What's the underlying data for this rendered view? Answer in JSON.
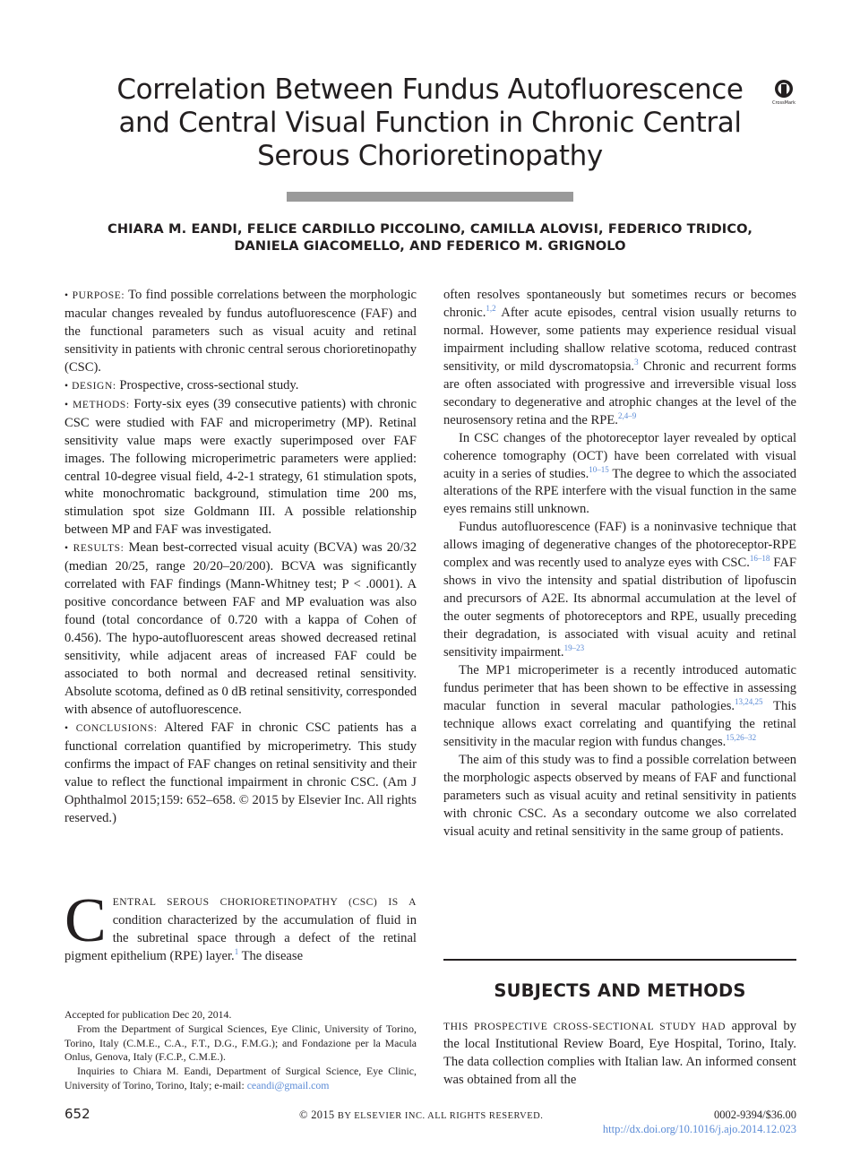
{
  "title": "Correlation Between Fundus Autofluorescence and Central Visual Function in Chronic Central Serous Chorioretinopathy",
  "crossmark_label": "CrossMark",
  "authors_line1": "CHIARA M. EANDI, FELICE CARDILLO PICCOLINO, CAMILLA ALOVISI, FEDERICO TRIDICO,",
  "authors_line2": "DANIELA GIACOMELLO, AND FEDERICO M. GRIGNOLO",
  "abstract": {
    "purpose_label": "• PURPOSE:",
    "purpose_text": "To find possible correlations between the morphologic macular changes revealed by fundus autofluorescence (FAF) and the functional parameters such as visual acuity and retinal sensitivity in patients with chronic central serous chorioretinopathy (CSC).",
    "design_label": "• DESIGN:",
    "design_text": "Prospective, cross-sectional study.",
    "methods_label": "• METHODS:",
    "methods_text": "Forty-six eyes (39 consecutive patients) with chronic CSC were studied with FAF and microperimetry (MP). Retinal sensitivity value maps were exactly superimposed over FAF images. The following microperimetric parameters were applied: central 10-degree visual field, 4-2-1 strategy, 61 stimulation spots, white monochromatic background, stimulation time 200 ms, stimulation spot size Goldmann III. A possible relationship between MP and FAF was investigated.",
    "results_label": "• RESULTS:",
    "results_text": "Mean best-corrected visual acuity (BCVA) was 20/32 (median 20/25, range 20/20–20/200). BCVA was significantly correlated with FAF findings (Mann-Whitney test; P < .0001). A positive concordance between FAF and MP evaluation was also found (total concordance of 0.720 with a kappa of Cohen of 0.456). The hypo-autofluorescent areas showed decreased retinal sensitivity, while adjacent areas of increased FAF could be associated to both normal and decreased retinal sensitivity. Absolute scotoma, defined as 0 dB retinal sensitivity, corresponded with absence of autofluorescence.",
    "conclusions_label": "• CONCLUSIONS:",
    "conclusions_text": "Altered FAF in chronic CSC patients has a functional correlation quantified by microperimetry. This study confirms the impact of FAF changes on retinal sensitivity and their value to reflect the functional impairment in chronic CSC.",
    "citation": "(Am J Ophthalmol 2015;159: 652–658. © 2015 by Elsevier Inc. All rights reserved.)"
  },
  "intro": {
    "dropcap": "C",
    "smallcaps": "ENTRAL SEROUS CHORIORETINOPATHY (CSC) IS A",
    "text": "condition characterized by the accumulation of fluid in the subretinal space through a defect of the retinal pigment epithelium (RPE) layer.",
    "ref": "1",
    "tail": "The disease"
  },
  "right": {
    "p1_a": "often resolves spontaneously but sometimes recurs or becomes chronic.",
    "p1_ref1": "1,2",
    "p1_b": "After acute episodes, central vision usually returns to normal. However, some patients may experience residual visual impairment including shallow relative scotoma, reduced contrast sensitivity, or mild dyscromatopsia.",
    "p1_ref2": "3",
    "p1_c": "Chronic and recurrent forms are often associated with progressive and irreversible visual loss secondary to degenerative and atrophic changes at the level of the neurosensory retina and the RPE.",
    "p1_ref3": "2,4–9",
    "p2_a": "In CSC changes of the photoreceptor layer revealed by optical coherence tomography (OCT) have been correlated with visual acuity in a series of studies.",
    "p2_ref1": "10–15",
    "p2_b": "The degree to which the associated alterations of the RPE interfere with the visual function in the same eyes remains still unknown.",
    "p3_a": "Fundus autofluorescence (FAF) is a noninvasive technique that allows imaging of degenerative changes of the photoreceptor-RPE complex and was recently used to analyze eyes with CSC.",
    "p3_ref1": "16–18",
    "p3_b": "FAF shows in vivo the intensity and spatial distribution of lipofuscin and precursors of A2E. Its abnormal accumulation at the level of the outer segments of photoreceptors and RPE, usually preceding their degradation, is associated with visual acuity and retinal sensitivity impairment.",
    "p3_ref2": "19–23",
    "p4_a": "The MP1 microperimeter is a recently introduced automatic fundus perimeter that has been shown to be effective in assessing macular function in several macular pathologies.",
    "p4_ref1": "13,24,25",
    "p4_b": "This technique allows exact correlating and quantifying the retinal sensitivity in the macular region with fundus changes.",
    "p4_ref2": "15,26–32",
    "p5": "The aim of this study was to find a possible correlation between the morphologic aspects observed by means of FAF and functional parameters such as visual acuity and retinal sensitivity in patients with chronic CSC. As a secondary outcome we also correlated visual acuity and retinal sensitivity in the same group of patients."
  },
  "section": {
    "title": "SUBJECTS AND METHODS",
    "smallcaps": "THIS PROSPECTIVE CROSS-SECTIONAL STUDY HAD",
    "text": "approval by the local Institutional Review Board, Eye Hospital, Torino, Italy. The data collection complies with Italian law. An informed consent was obtained from all the"
  },
  "footnotes": {
    "accepted": "Accepted for publication Dec 20, 2014.",
    "from": "From the Department of Surgical Sciences, Eye Clinic, University of Torino, Torino, Italy (C.M.E., C.A., F.T., D.G., F.M.G.); and Fondazione per la Macula Onlus, Genova, Italy (F.C.P., C.M.E.).",
    "inquiries": "Inquiries to Chiara M. Eandi, Department of Surgical Science, Eye Clinic, University of Torino, Torino, Italy; e-mail:",
    "email": "ceandi@gmail.com"
  },
  "footer": {
    "page": "652",
    "copyright_prefix": "© 2015",
    "copyright_rest": "by Elsevier Inc. All rights reserved.",
    "issn": "0002-9394/$36.00",
    "doi": "http://dx.doi.org/10.1016/j.ajo.2014.12.023"
  },
  "colors": {
    "link": "#5b8bd6",
    "text": "#231f20",
    "rule": "#9a9a9a"
  },
  "icons": [
    "crossmark-icon"
  ]
}
